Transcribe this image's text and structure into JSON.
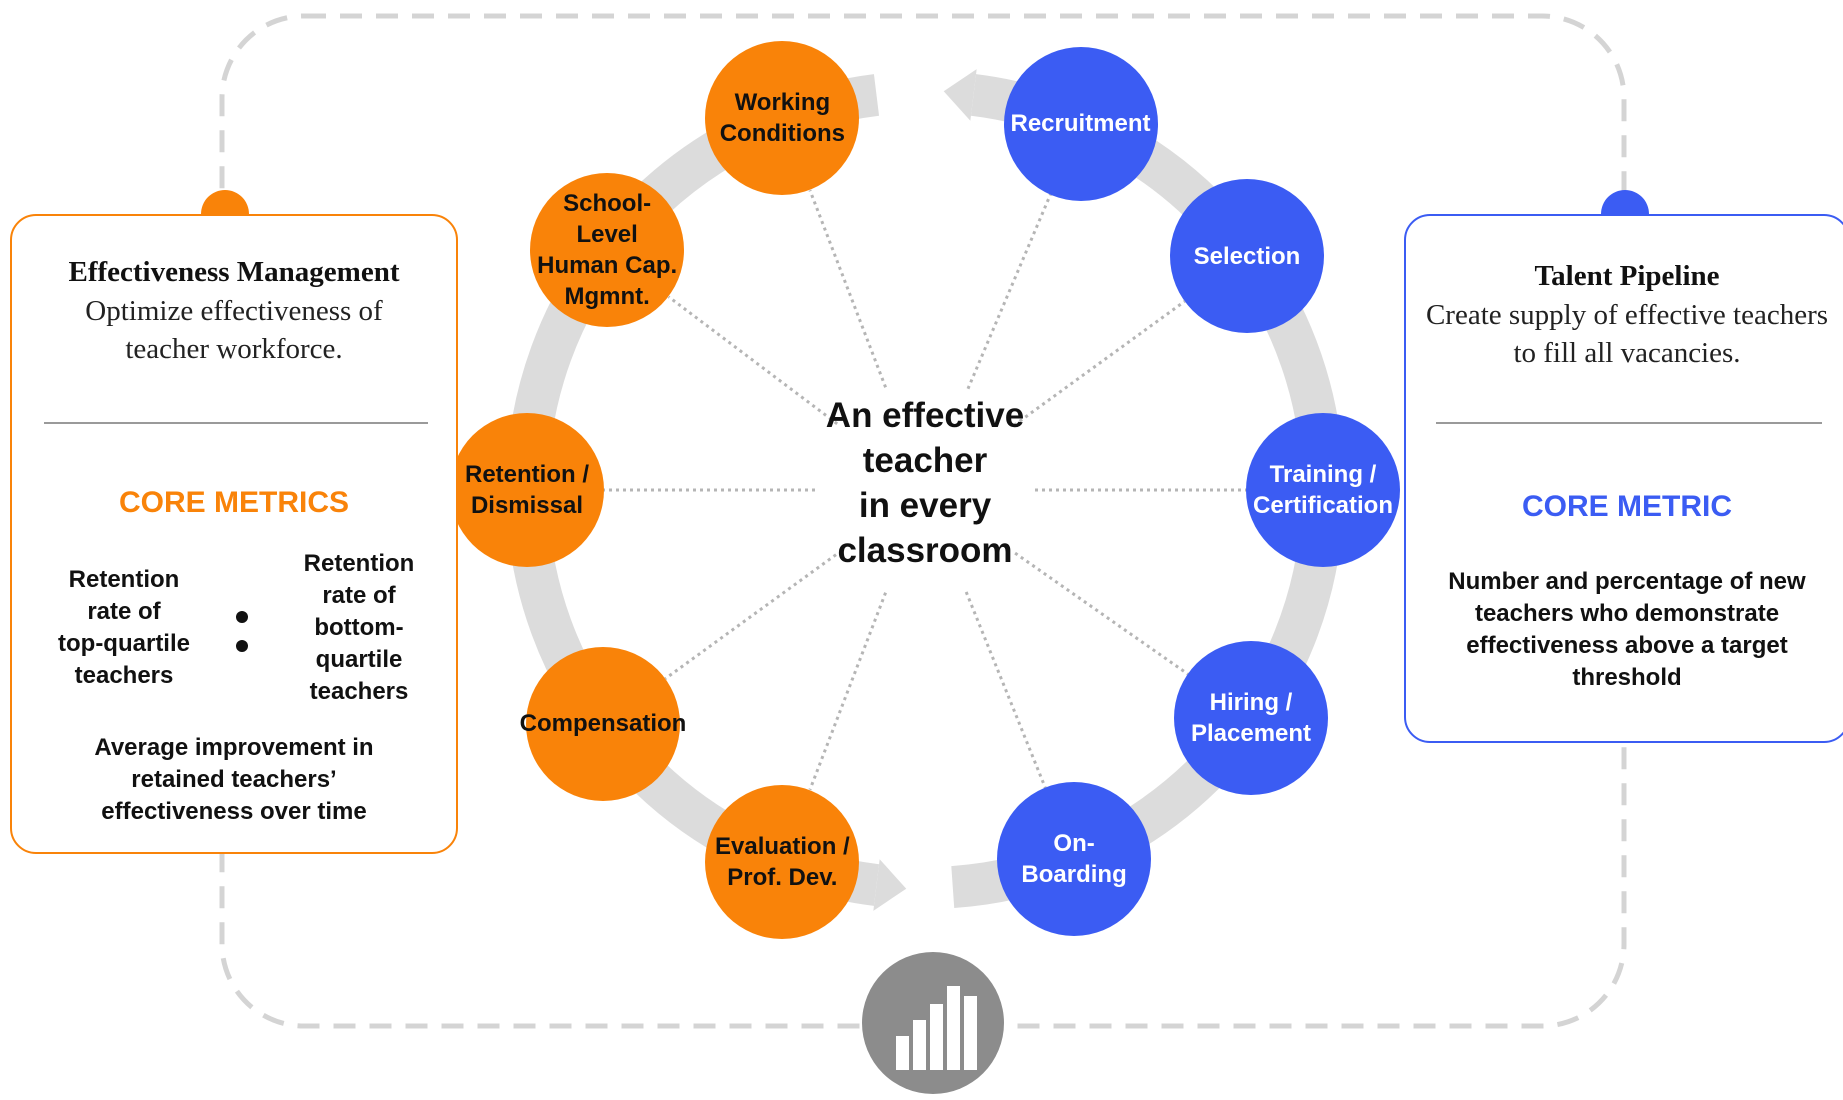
{
  "center": {
    "text": "An effective\nteacher\nin every\nclassroom"
  },
  "cycle_nodes": [
    {
      "id": "working-conditions",
      "label": "Working\nConditions",
      "group": "effectiveness"
    },
    {
      "id": "recruitment",
      "label": "Recruitment",
      "group": "pipeline"
    },
    {
      "id": "selection",
      "label": "Selection",
      "group": "pipeline"
    },
    {
      "id": "training-certification",
      "label": "Training /\nCertification",
      "group": "pipeline"
    },
    {
      "id": "hiring-placement",
      "label": "Hiring /\nPlacement",
      "group": "pipeline"
    },
    {
      "id": "on-boarding",
      "label": "On-\nBoarding",
      "group": "pipeline"
    },
    {
      "id": "evaluation",
      "label": "Evaluation /\nProf. Dev.",
      "group": "effectiveness"
    },
    {
      "id": "compensation",
      "label": "Compensation",
      "group": "effectiveness"
    },
    {
      "id": "retention-dismissal",
      "label": "Retention /\nDismissal",
      "group": "effectiveness"
    },
    {
      "id": "school-level",
      "label": "School-\nLevel\nHuman Cap.\nMgmnt.",
      "group": "effectiveness"
    }
  ],
  "left_panel": {
    "title": "Effectiveness Management",
    "description": "Optimize effectiveness of teacher workforce.",
    "metrics_heading": "CORE METRICS",
    "metric_left": "Retention\nrate of\ntop-quartile\nteachers",
    "metric_right": "Retention\nrate of\nbottom-\nquartile\nteachers",
    "metric_bottom": "Average improvement in\nretained teachers’\neffectiveness over time"
  },
  "right_panel": {
    "title": "Talent Pipeline",
    "description": "Create supply of effective teachers to fill all vacancies.",
    "metrics_heading": "CORE METRIC",
    "metric_text": "Number and percentage of new\nteachers who demonstrate\neffectiveness above a target\nthreshold"
  },
  "colors": {
    "effectiveness": "#f98309",
    "pipeline": "#3b5cf3",
    "ring": "#dcdcdc",
    "dashed_frame": "#d4d4d4",
    "icon": "#8c8c8c"
  },
  "icons": {
    "data": "bar-chart-icon"
  }
}
